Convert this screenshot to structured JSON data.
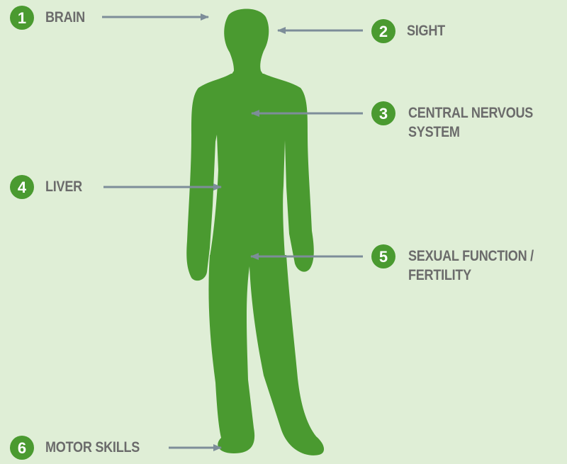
{
  "colors": {
    "background": "#dfeed6",
    "figure": "#4a9a30",
    "badge": "#4a9a30",
    "arrow": "#7d8d99",
    "label": "#6b6b6b"
  },
  "callouts": [
    {
      "number": "1",
      "label": "BRAIN"
    },
    {
      "number": "2",
      "label": "SIGHT"
    },
    {
      "number": "3",
      "label": "CENTRAL NERVOUS",
      "label2": "SYSTEM"
    },
    {
      "number": "4",
      "label": "LIVER"
    },
    {
      "number": "5",
      "label": "SEXUAL FUNCTION /",
      "label2": "FERTILITY"
    },
    {
      "number": "6",
      "label": "MOTOR SKILLS"
    }
  ]
}
